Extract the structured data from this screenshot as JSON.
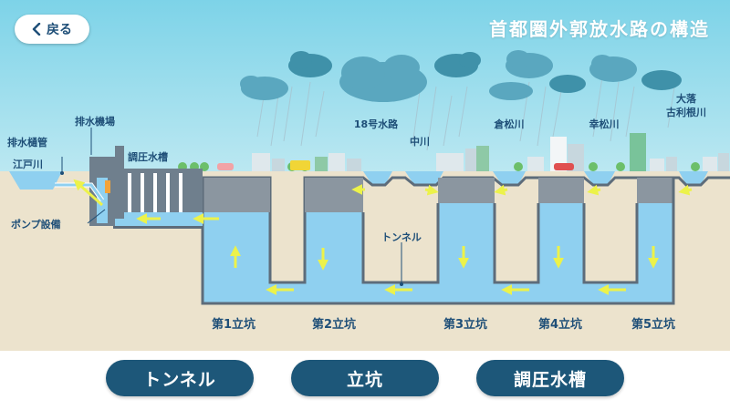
{
  "header": {
    "back_label": "戻る",
    "title": "首都圏外郭放水路の構造"
  },
  "diagram": {
    "labels": {
      "edogawa": "江戸川",
      "drain_pipe": "排水樋管",
      "pump_station": "排水機場",
      "regulating_tank": "調圧水槽",
      "pump_equipment": "ポンプ設備",
      "tunnel": "トンネル",
      "river_18": "18号水路",
      "nakagawa": "中川",
      "kuramatsu": "倉松川",
      "koumatsu": "幸松川",
      "otoshi_furutone_line1": "大落",
      "otoshi_furutone_line2": "古利根川"
    },
    "shafts": [
      "第1立坑",
      "第2立坑",
      "第3立坑",
      "第4立坑",
      "第5立坑"
    ],
    "colors": {
      "sky": "#8fd8ea",
      "ground": "#ece3cd",
      "structure": "#5d6c7a",
      "water": "#8fd0f0",
      "arrow": "#ecf24a",
      "label": "#1f4f78",
      "button": "#1d5779"
    }
  },
  "tabs": [
    {
      "label": "トンネル"
    },
    {
      "label": "立坑"
    },
    {
      "label": "調圧水槽"
    }
  ]
}
